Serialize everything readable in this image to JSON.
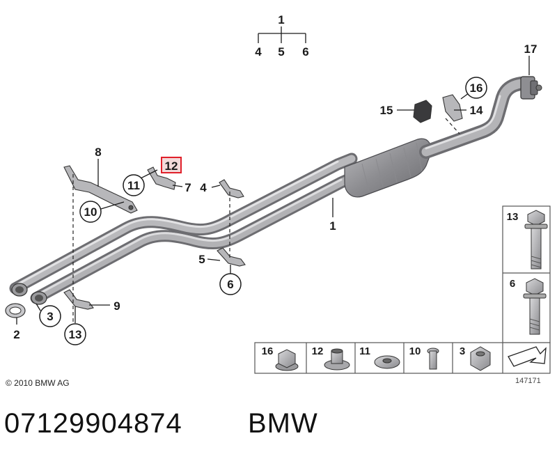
{
  "callouts": {
    "c1_top": "1",
    "c4_top": "4",
    "c5_top": "5",
    "c6_top": "6",
    "c17": "17",
    "c16": "16",
    "c15": "15",
    "c14": "14",
    "c8": "8",
    "c12": "12",
    "c11": "11",
    "c7": "7",
    "c10": "10",
    "c4_mid": "4",
    "c1_mid": "1",
    "c5_mid": "5",
    "c6_mid": "6",
    "c3": "3",
    "c2": "2",
    "c9": "9",
    "c13": "13"
  },
  "side_panel": {
    "bolt_long": "13",
    "bolt_short": "6"
  },
  "hardware_row": [
    "16",
    "12",
    "11",
    "10",
    "3"
  ],
  "copyright": "© 2010 BMW AG",
  "diagram_ref": "147171",
  "part_number": "07129904874",
  "brand": "BMW",
  "colors": {
    "highlight": "#e0202a",
    "pipe": "#a9a9ab",
    "line": "#1a1a1a"
  }
}
